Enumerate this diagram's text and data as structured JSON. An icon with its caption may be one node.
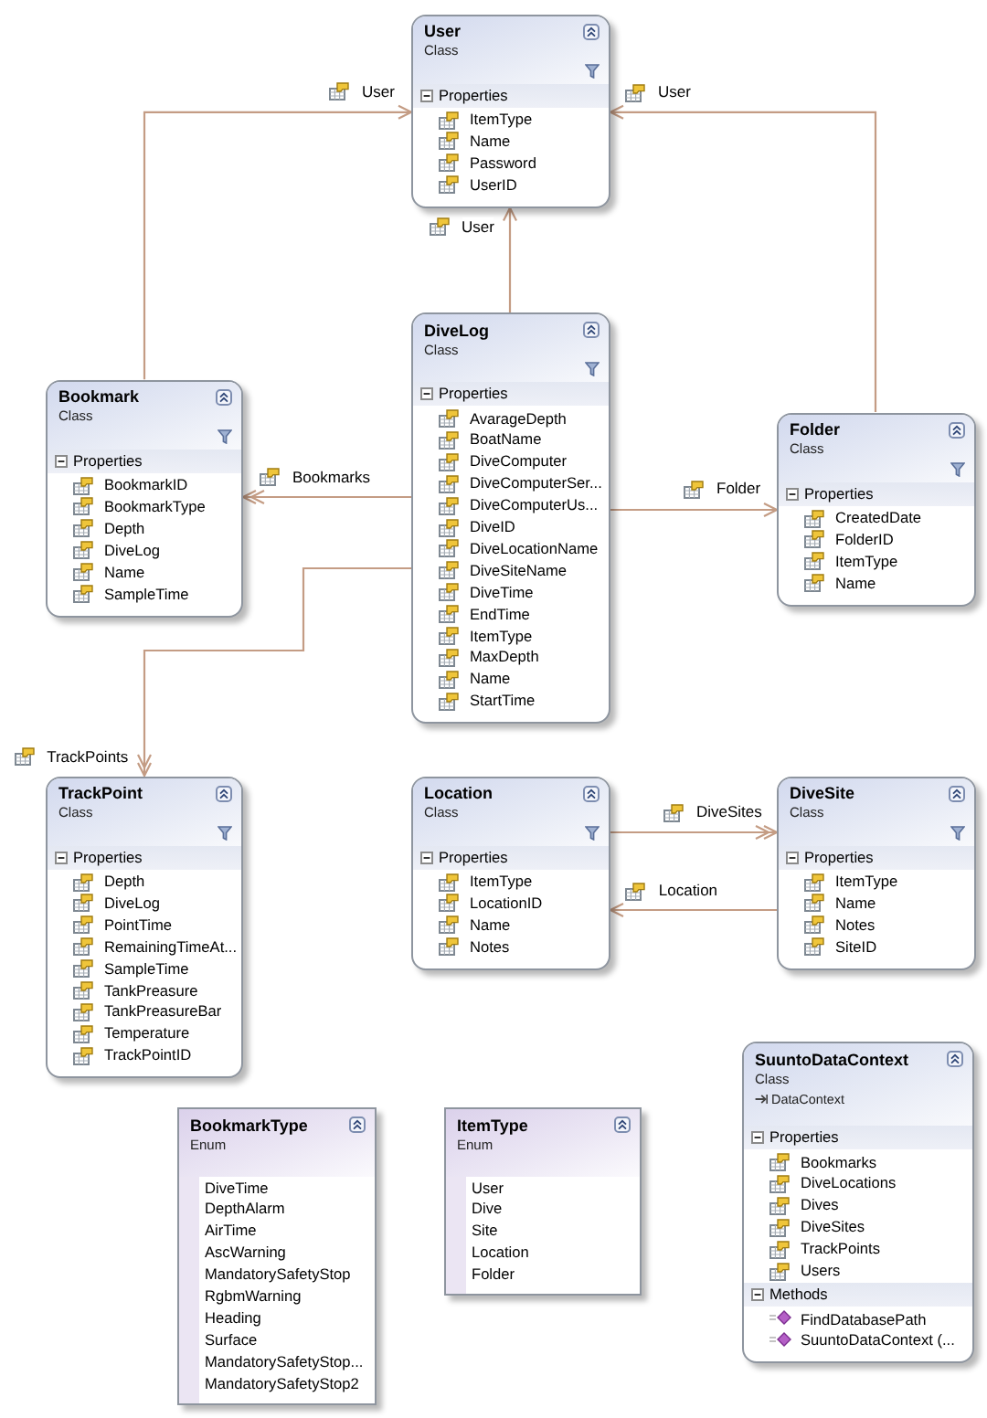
{
  "diagram": {
    "nodes": [
      {
        "text": [
          "User",
          "Class",
          "Properties",
          "ItemType",
          "Name",
          "Password",
          "UserID"
        ]
      },
      {
        "text": [
          "DiveLog",
          "Class",
          "Properties",
          "AvarageDepth",
          "BoatName",
          "DiveComputer",
          "DiveComputerSer...",
          "DiveComputerUs...",
          "DiveID",
          "DiveLocationName",
          "DiveSiteName",
          "DiveTime",
          "EndTime",
          "ItemType",
          "MaxDepth",
          "Name",
          "StartTime"
        ]
      },
      {
        "text": [
          "Bookmark",
          "Class",
          "Properties",
          "BookmarkID",
          "BookmarkType",
          "Depth",
          "DiveLog",
          "Name",
          "SampleTime"
        ]
      },
      {
        "text": [
          "Folder",
          "Class",
          "Properties",
          "CreatedDate",
          "FolderID",
          "ItemType",
          "Name"
        ]
      },
      {
        "text": [
          "TrackPoint",
          "Class",
          "Properties",
          "Depth",
          "DiveLog",
          "PointTime",
          "RemainingTimeAt...",
          "SampleTime",
          "TankPreasure",
          "TankPreasureBar",
          "Temperature",
          "TrackPointID"
        ]
      },
      {
        "text": [
          "Location",
          "Class",
          "Properties",
          "ItemType",
          "LocationID",
          "Name",
          "Notes"
        ]
      },
      {
        "text": [
          "DiveSite",
          "Class",
          "Properties",
          "ItemType",
          "Name",
          "Notes",
          "SiteID"
        ]
      },
      {
        "text": [
          "SuuntoDataContext",
          "Class",
          "DataContext",
          "Properties",
          "Bookmarks",
          "DiveLocations",
          "Dives",
          "DiveSites",
          "TrackPoints",
          "Users",
          "Methods",
          "FindDatabasePath",
          "SuuntoDataContext (..."
        ]
      },
      {
        "text": [
          "BookmarkType",
          "Enum",
          "DiveTime",
          "DepthAlarm",
          "AirTime",
          "AscWarning",
          "MandatorySafetyStop",
          "RgbmWarning",
          "Heading",
          "Surface",
          "MandatorySafetyStop...",
          "MandatorySafetyStop2"
        ]
      },
      {
        "text": [
          "ItemType",
          "Enum",
          "User",
          "Dive",
          "Site",
          "Location",
          "Folder"
        ]
      }
    ],
    "edges": [
      {
        "from": 2,
        "to": 0,
        "arrow": "to",
        "label": "User"
      },
      {
        "from": 3,
        "to": 0,
        "arrow": "to",
        "label": "User"
      },
      {
        "from": 1,
        "to": 0,
        "arrow": "to",
        "label": "User"
      },
      {
        "from": 1,
        "to": 2,
        "arrow": "to",
        "label": "Bookmarks"
      },
      {
        "from": 1,
        "to": 3,
        "arrow": "to",
        "label": "Folder"
      },
      {
        "from": 1,
        "to": 4,
        "arrow": "to",
        "label": "TrackPoints"
      },
      {
        "from": 5,
        "to": 6,
        "arrow": "to",
        "label": "DiveSites"
      },
      {
        "from": 6,
        "to": 5,
        "arrow": "to",
        "label": "Location"
      }
    ]
  }
}
